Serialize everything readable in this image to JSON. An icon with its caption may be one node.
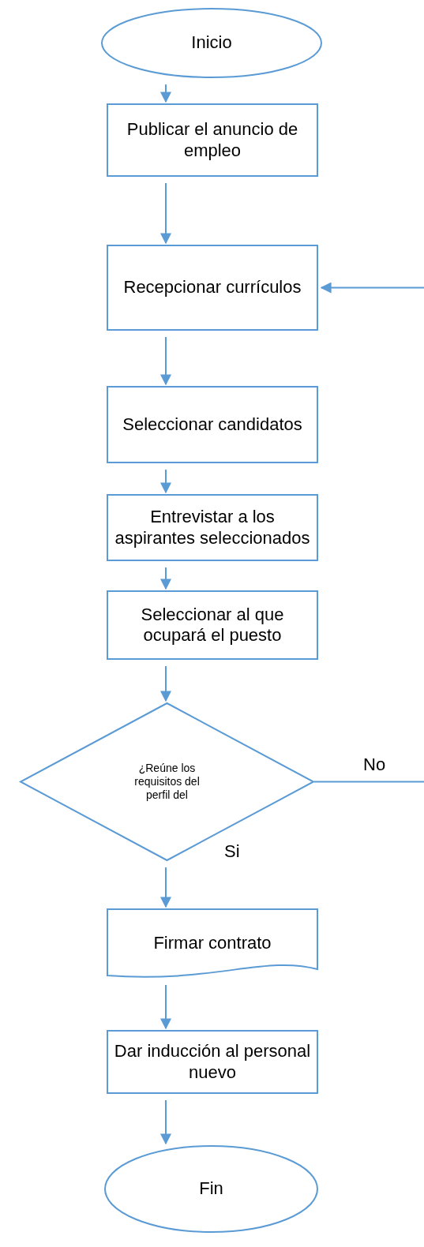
{
  "diagram": {
    "nodes": [
      {
        "text": [
          "Inicio"
        ]
      },
      {
        "text": [
          "Publicar el anuncio de empleo"
        ]
      },
      {
        "text": [
          "Recepcionar currículos"
        ]
      },
      {
        "text": [
          "Seleccionar candidatos"
        ]
      },
      {
        "text": [
          "Entrevistar a los aspirantes seleccionados"
        ]
      },
      {
        "text": [
          "Seleccionar al que ocupará el puesto"
        ]
      },
      {
        "text": [
          "¿Reúne los requisitos del perfil del"
        ]
      },
      {
        "text": [
          "Firmar contrato"
        ]
      },
      {
        "text": [
          "Dar inducción al personal nuevo"
        ]
      },
      {
        "text": [
          "Fin"
        ]
      }
    ],
    "edges": [
      {
        "from": 0,
        "to": 1,
        "arrow": "to"
      },
      {
        "from": 1,
        "to": 2,
        "arrow": "to"
      },
      {
        "from": null,
        "to": 2,
        "arrow": "to"
      },
      {
        "from": 2,
        "to": 3,
        "arrow": "to"
      },
      {
        "from": 3,
        "to": 4,
        "arrow": "to"
      },
      {
        "from": 4,
        "to": 5,
        "arrow": "to"
      },
      {
        "from": 5,
        "to": 6,
        "arrow": "to"
      },
      {
        "from": 6,
        "to": null,
        "label": "No",
        "arrow": "none"
      },
      {
        "from": 6,
        "to": 7,
        "label": "Si",
        "arrow": "to"
      },
      {
        "from": 7,
        "to": 8,
        "arrow": "to"
      },
      {
        "from": 8,
        "to": 9,
        "arrow": "to"
      }
    ]
  }
}
